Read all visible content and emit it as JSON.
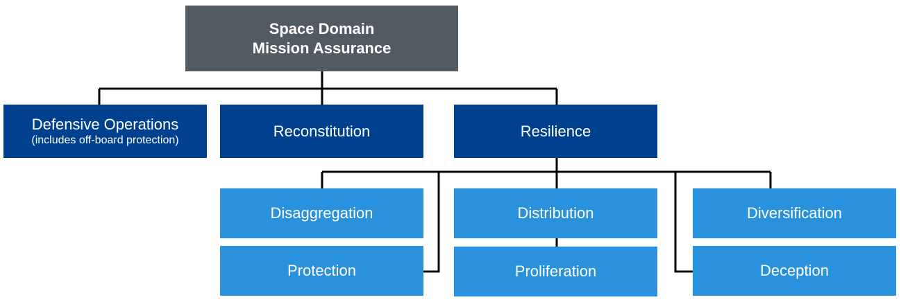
{
  "colors": {
    "root_fill": "#525a64",
    "level1_fill": "#00418f",
    "level2_fill": "#2a92dc",
    "connector": "#000000",
    "text": "#ffffff"
  },
  "root": {
    "line1": "Space Domain",
    "line2": "Mission Assurance"
  },
  "level1": {
    "defensive_operations": {
      "label": "Defensive Operations",
      "sublabel": "(includes off-board protection)"
    },
    "reconstitution": {
      "label": "Reconstitution"
    },
    "resilience": {
      "label": "Resilience"
    }
  },
  "resilience_children": {
    "disaggregation": "Disaggregation",
    "protection": "Protection",
    "distribution": "Distribution",
    "proliferation": "Proliferation",
    "diversification": "Diversification",
    "deception": "Deception"
  }
}
